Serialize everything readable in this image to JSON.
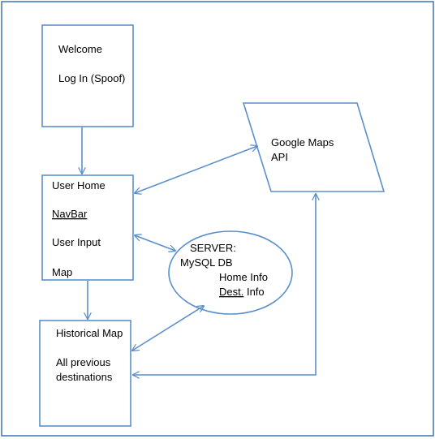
{
  "diagram": {
    "welcome_box": {
      "line1": "Welcome",
      "line2": "Log In (Spoof)"
    },
    "user_home_box": {
      "line1": "User Home",
      "line2": "NavBar",
      "line3": "User Input",
      "line4": "Map"
    },
    "historical_map_box": {
      "line1": "Historical Map",
      "line2": "All previous",
      "line3": "destinations"
    },
    "server_ellipse": {
      "line1": "SERVER:",
      "line2": "MySQL DB",
      "line3": "Home Info",
      "line4": "Dest. Info"
    },
    "google_maps_shape": {
      "line1": "Google Maps",
      "line2": "API"
    },
    "colors": {
      "stroke": "#5b8fcb",
      "frame": "#3d73b6",
      "text": "#000000",
      "spellcheck": "#dd2222"
    }
  }
}
